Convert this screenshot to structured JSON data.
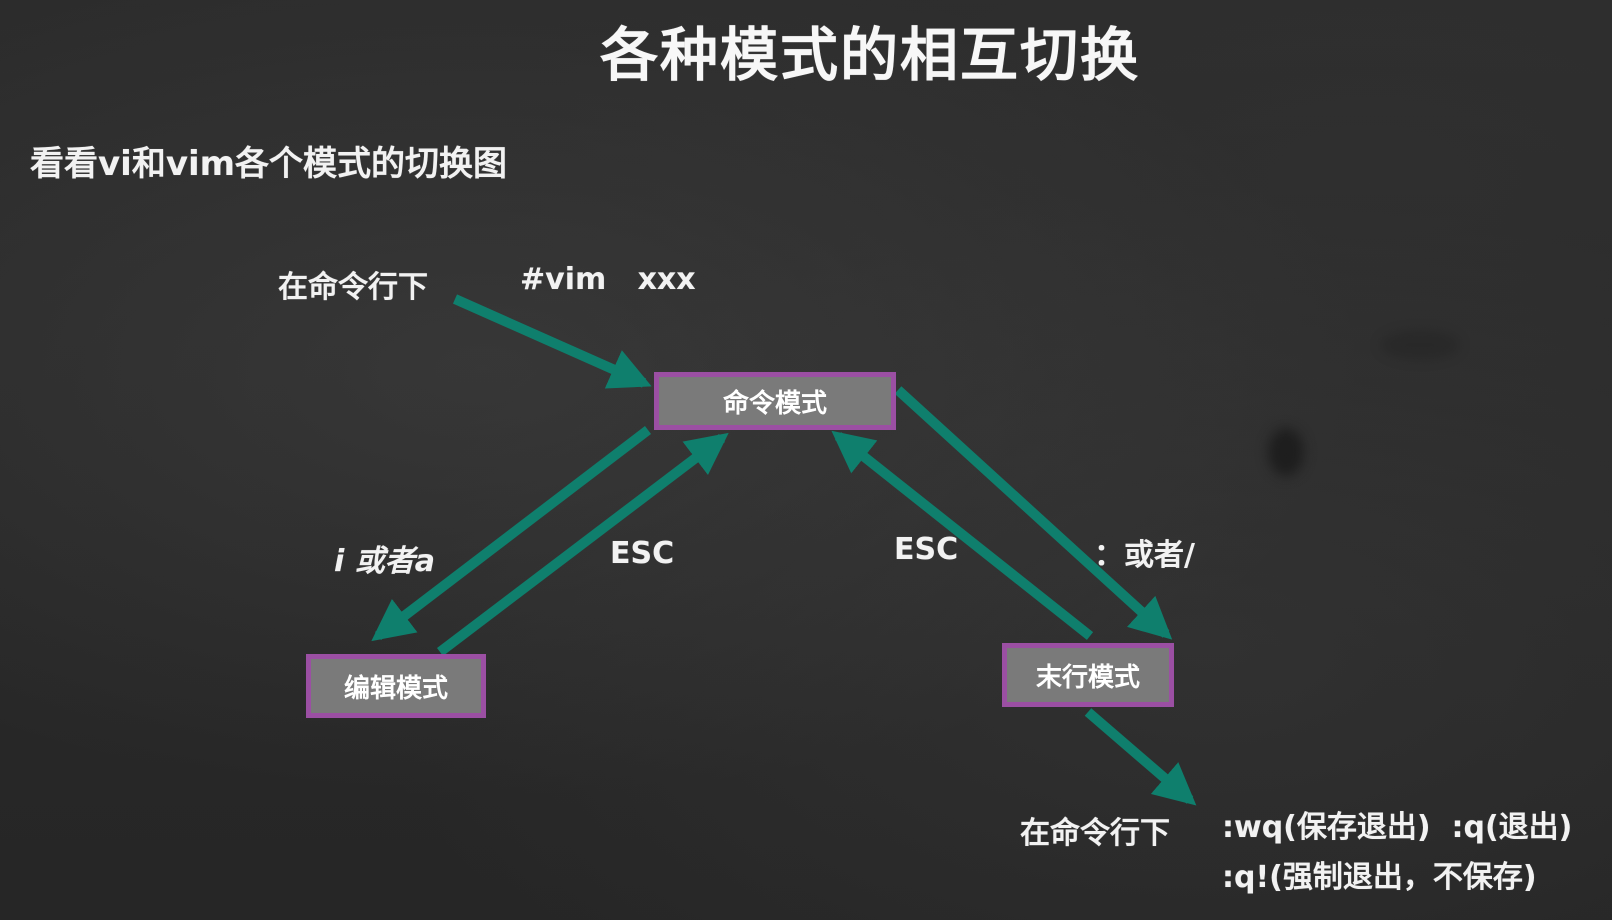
{
  "title": "各种模式的相互切换",
  "subtitle": "看看vi和vim各个模式的切换图",
  "modes": {
    "command": "命令模式",
    "edit": "编辑模式",
    "last_line": "末行模式"
  },
  "labels": {
    "at_cmdline_top": "在命令行下",
    "vim_cmd": "#vim   xxx",
    "i_or_a": "i 或者a",
    "esc_left": "ESC",
    "esc_right": "ESC",
    "colon_or_slash": "：或者/",
    "at_cmdline_bottom": "在命令行下",
    "wq_quit": ":wq(保存退出)  :q(退出)",
    "force_quit": ":q!(强制退出，不保存)"
  },
  "colors": {
    "arrow": "#0f7f6d",
    "box_fill": "#7a7a7a",
    "box_border": "#9b4fa3",
    "text": "#f2f2f2"
  }
}
